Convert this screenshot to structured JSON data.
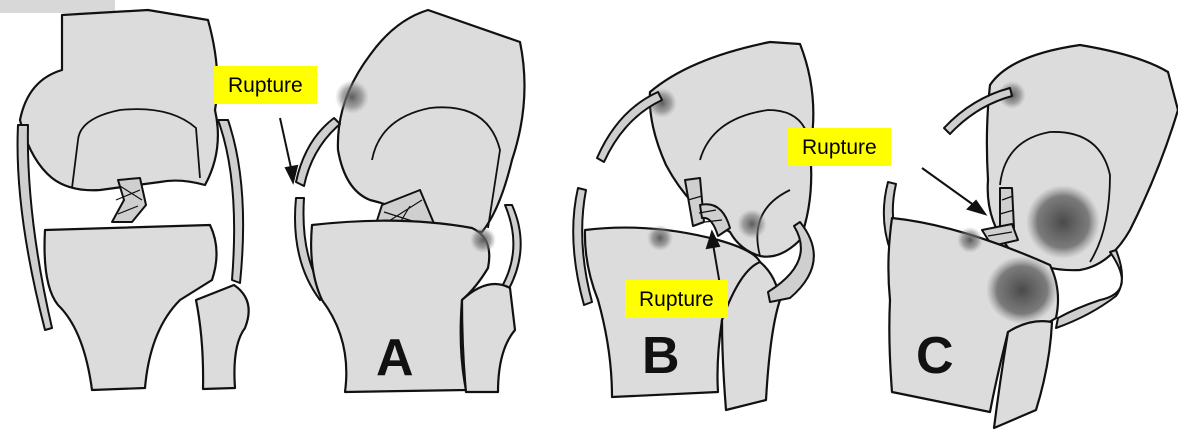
{
  "labels": {
    "callout_a": "Rupture",
    "callout_b": "Rupture",
    "callout_c": "Rupture"
  },
  "panels": {
    "a": "A",
    "b": "B",
    "c": "C"
  },
  "colors": {
    "callout_background": "#ffff00",
    "bone_fill": "#dcdcdc",
    "outline": "#111111",
    "bruise": "#555555"
  }
}
